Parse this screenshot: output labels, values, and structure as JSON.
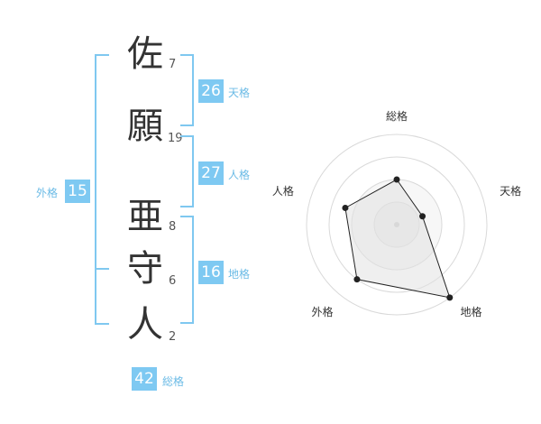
{
  "name": {
    "chars": [
      {
        "char": "佐",
        "strokes": "7"
      },
      {
        "char": "願",
        "strokes": "19"
      },
      {
        "char": "亜",
        "strokes": "8"
      },
      {
        "char": "守",
        "strokes": "6"
      },
      {
        "char": "人",
        "strokes": "2"
      }
    ]
  },
  "kaku": {
    "tenkaku": {
      "value": "26",
      "label": "天格"
    },
    "jinkaku": {
      "value": "27",
      "label": "人格"
    },
    "chikaku": {
      "value": "16",
      "label": "地格"
    },
    "gaikaku": {
      "value": "15",
      "label": "外格"
    },
    "soukaku": {
      "value": "42",
      "label": "総格"
    }
  },
  "colors": {
    "accent": "#7ec9f2",
    "bracket": "#7fc8f0",
    "radar_fill": "#f0f0f0"
  },
  "chart_data": {
    "type": "radar",
    "axes": [
      "総格",
      "天格",
      "地格",
      "外格",
      "人格"
    ],
    "values": [
      0.5,
      0.3,
      1.0,
      0.75,
      0.6
    ],
    "range": [
      0,
      1
    ],
    "rings": 4
  }
}
